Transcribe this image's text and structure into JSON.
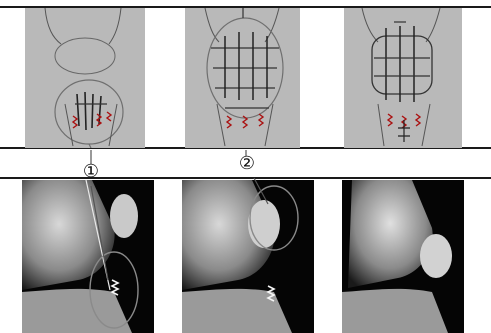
{
  "figure": {
    "markers": [
      {
        "label": "①"
      },
      {
        "label": "②"
      }
    ],
    "colors": {
      "sketch_background": "#b9b9b9",
      "xray_background": "#050505",
      "line": "#1a1a1a",
      "circle_annotation": "#6f6f6f"
    },
    "panels": [
      {
        "kind": "sketch",
        "subject": "knee-fixation-sketch-loop-circled"
      },
      {
        "kind": "sketch",
        "subject": "knee-fixation-sketch-frame-circled"
      },
      {
        "kind": "sketch",
        "subject": "knee-fixation-sketch-frame"
      },
      {
        "kind": "xray",
        "subject": "knee-lateral-xray-anchor-circled"
      },
      {
        "kind": "xray",
        "subject": "knee-lateral-xray-patella-circled"
      },
      {
        "kind": "xray",
        "subject": "knee-lateral-xray-plain"
      }
    ]
  }
}
